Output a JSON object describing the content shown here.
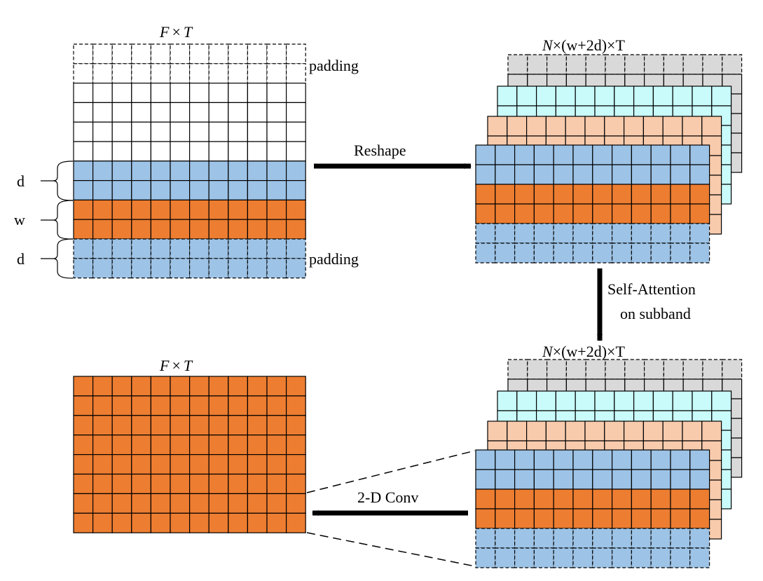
{
  "colors": {
    "blue": "#9dc3e6",
    "orange": "#ed7d31",
    "peach": "#f8cbad",
    "cyan": "#c9fbfb",
    "gray": "#d9d9d9",
    "white": "#ffffff",
    "line": "#000000"
  },
  "grid": {
    "cols": 12
  },
  "top_left": {
    "title_F": "F",
    "title_times": "×",
    "title_T": "T",
    "padding_top": "padding",
    "padding_bottom": "padding",
    "brace_d1": "d",
    "brace_w": "w",
    "brace_d2": "d",
    "rows": [
      "pad",
      "pad",
      "white",
      "white",
      "white",
      "white",
      "blue",
      "blue",
      "orange",
      "orange",
      "blue-pad",
      "blue-pad"
    ]
  },
  "top_right": {
    "title_N": "N",
    "title_rest": "×(w+2d)×T",
    "layers": [
      "gray",
      "cyan",
      "peach"
    ],
    "front_rows": [
      "blue",
      "blue",
      "orange",
      "orange",
      "blue-pad",
      "blue-pad"
    ]
  },
  "arrows": {
    "reshape": "Reshape",
    "self_attention_1": "Self-Attention",
    "self_attention_2": "on subband",
    "conv": "2-D Conv"
  },
  "bottom_right": {
    "title_N": "N",
    "title_rest": "×(w+2d)×T",
    "layers": [
      "gray",
      "cyan",
      "peach"
    ],
    "front_rows": [
      "blue",
      "blue",
      "orange",
      "orange",
      "blue-pad",
      "blue-pad"
    ]
  },
  "bottom_left": {
    "title_F": "F",
    "title_times": "×",
    "title_T": "T",
    "rows": [
      "orange",
      "orange",
      "orange",
      "orange",
      "orange",
      "orange",
      "orange",
      "orange"
    ]
  }
}
